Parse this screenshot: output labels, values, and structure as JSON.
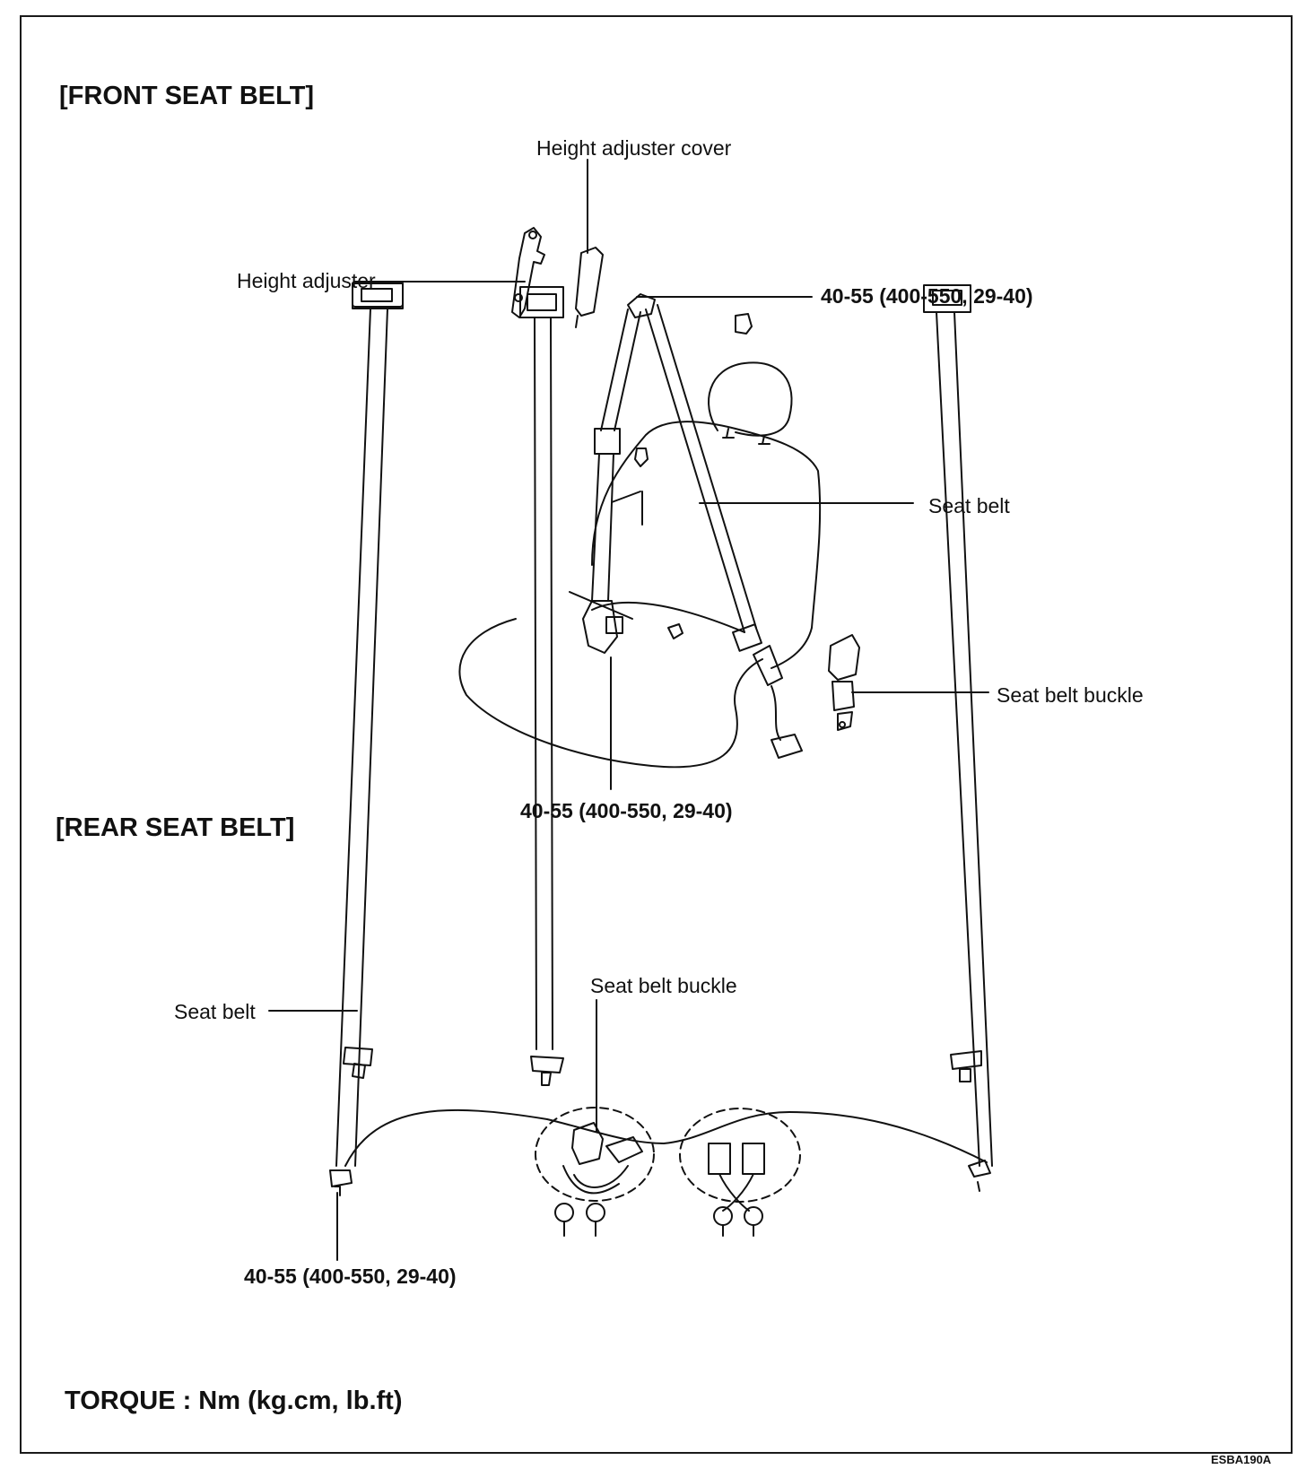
{
  "front": {
    "title": "[FRONT SEAT BELT]",
    "labels": {
      "height_adjuster_cover": "Height adjuster cover",
      "height_adjuster": "Height adjuster",
      "torque_top": "40-55 (400-550, 29-40)",
      "seat_belt": "Seat belt",
      "seat_belt_buckle": "Seat belt buckle",
      "torque_bottom": "40-55 (400-550, 29-40)"
    }
  },
  "rear": {
    "title": "[REAR SEAT BELT]",
    "labels": {
      "seat_belt": "Seat belt",
      "seat_belt_buckle": "Seat belt buckle",
      "torque": "40-55 (400-550, 29-40)"
    }
  },
  "footer": {
    "torque_units": "TORQUE : Nm (kg.cm, lb.ft)",
    "figure_ref": "ESBA190A"
  }
}
